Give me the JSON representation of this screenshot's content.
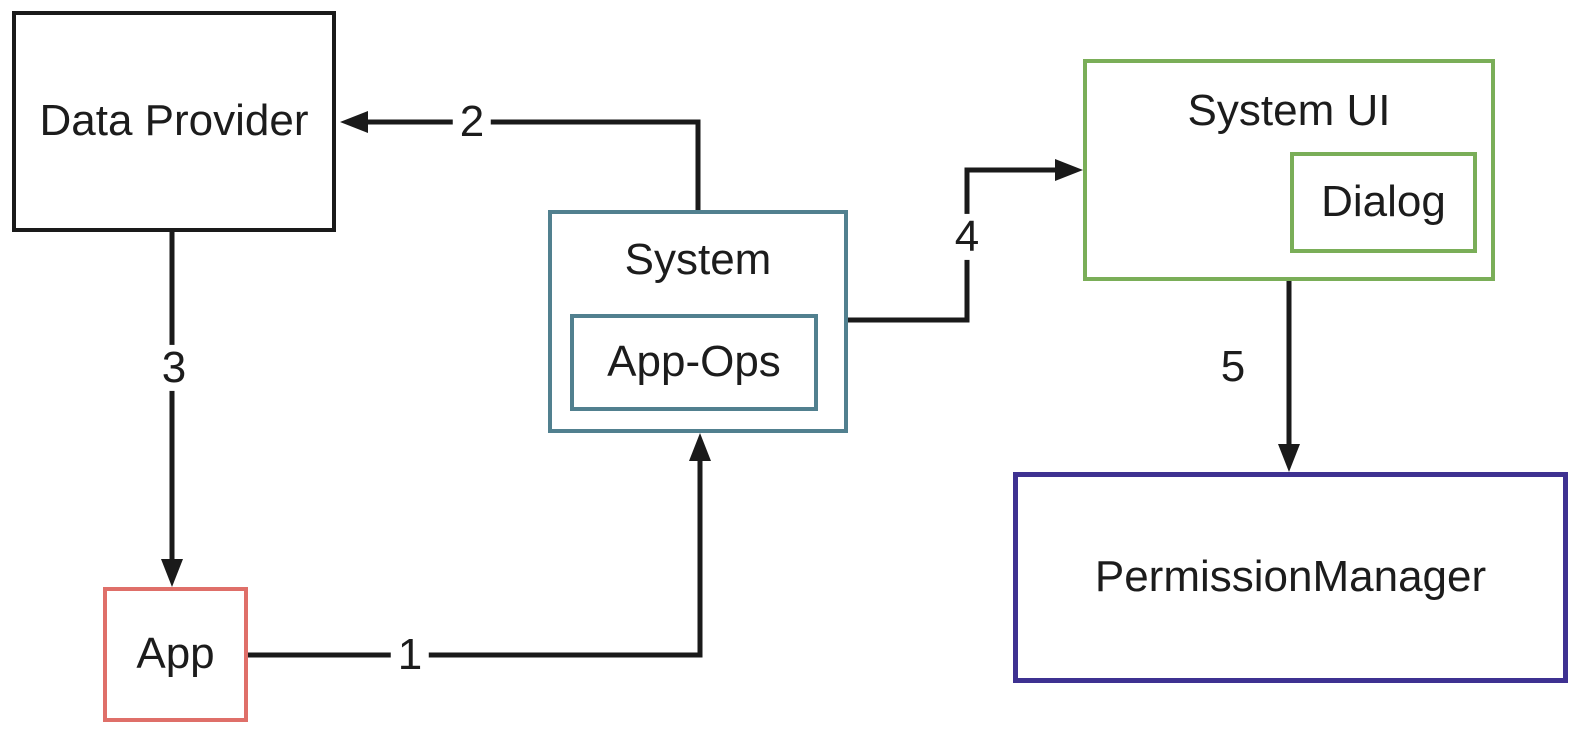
{
  "nodes": {
    "data_provider": {
      "label": "Data Provider"
    },
    "system": {
      "label": "System"
    },
    "app_ops": {
      "label": "App-Ops"
    },
    "system_ui": {
      "label": "System UI"
    },
    "dialog": {
      "label": "Dialog"
    },
    "permission_manager": {
      "label": "PermissionManager"
    },
    "app": {
      "label": "App"
    }
  },
  "edges": {
    "e1": {
      "label": "1",
      "from": "App",
      "to": "System"
    },
    "e2": {
      "label": "2",
      "from": "System",
      "to": "Data Provider"
    },
    "e3": {
      "label": "3",
      "from": "Data Provider",
      "to": "App"
    },
    "e4": {
      "label": "4",
      "from": "System",
      "to": "System UI"
    },
    "e5": {
      "label": "5",
      "from": "System UI",
      "to": "PermissionManager"
    }
  },
  "colors": {
    "black": "#1a1a1a",
    "teal": "#51808f",
    "red": "#df6f69",
    "green": "#7aae58",
    "purple": "#3e3191",
    "text": "#1c1c1c",
    "bg": "#ffffff"
  }
}
